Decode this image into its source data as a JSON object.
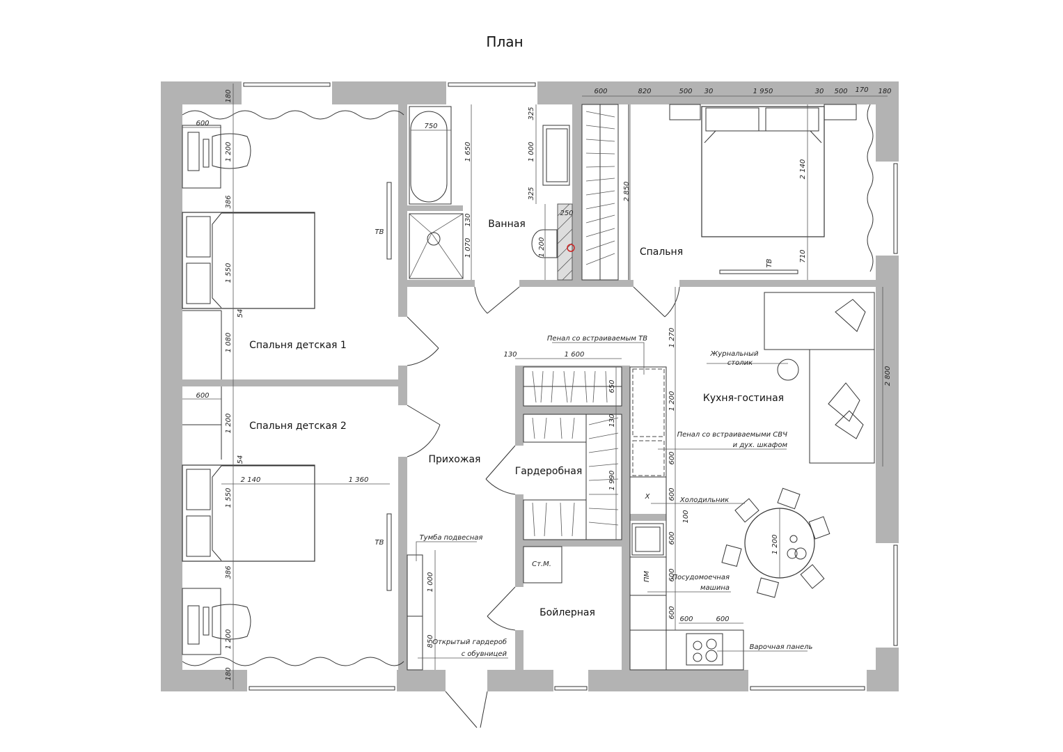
{
  "title": "План",
  "rooms": {
    "kids1": "Спальня детская 1",
    "kids2": "Спальня детская 2",
    "bath": "Ванная",
    "bedroom": "Спальня",
    "hall": "Прихожая",
    "wardrobe": "Гардеробная",
    "boiler": "Бойлерная",
    "kitchen": "Кухня-гостиная"
  },
  "labels": {
    "tv": "ТВ",
    "penal_tv": "Пенал со встраиваемым ТВ",
    "coffee_table_1": "Журнальный",
    "coffee_table_2": "столик",
    "penal_mw_1": "Пенал со встраиваемыми СВЧ",
    "penal_mw_2": "и дух. шкафом",
    "fridge": "Холодильник",
    "dishwasher_1": "Посудомоечная",
    "dishwasher_2": "машина",
    "hob": "Варочная панель",
    "hanging_cabinet": "Тумба подвесная",
    "open_wardrobe_1": "Открытый гардероб",
    "open_wardrobe_2": "с обувницей",
    "washer": "Ст.М.",
    "dishwasher_short": "ПМ",
    "fridge_mark": "Х"
  },
  "dims": {
    "k1": [
      "180",
      "600",
      "1 200",
      "386",
      "1 550",
      "54",
      "1 080"
    ],
    "k2": [
      "600",
      "1 200",
      "54",
      "2 140",
      "1 360",
      "1 550",
      "386",
      "1 200",
      "180"
    ],
    "bath": [
      "750",
      "1 650",
      "325",
      "1 000",
      "325",
      "130",
      "1 070",
      "250",
      "1 200"
    ],
    "bed_top": [
      "600",
      "820",
      "500",
      "30",
      "1 950",
      "30",
      "500",
      "170",
      "180"
    ],
    "bed": [
      "2 850",
      "2 140",
      "710"
    ],
    "kitchen": [
      "1 270",
      "2 800",
      "1 200",
      "600",
      "600",
      "100",
      "600",
      "600",
      "600",
      "600",
      "600",
      "1 200"
    ],
    "wardrobe": [
      "130",
      "1 600",
      "650",
      "130",
      "1 990"
    ],
    "hall": [
      "1 000",
      "850"
    ]
  },
  "colors": {
    "wall": "#b3b3b3",
    "line": "#333333",
    "accent": "#cc2222"
  }
}
